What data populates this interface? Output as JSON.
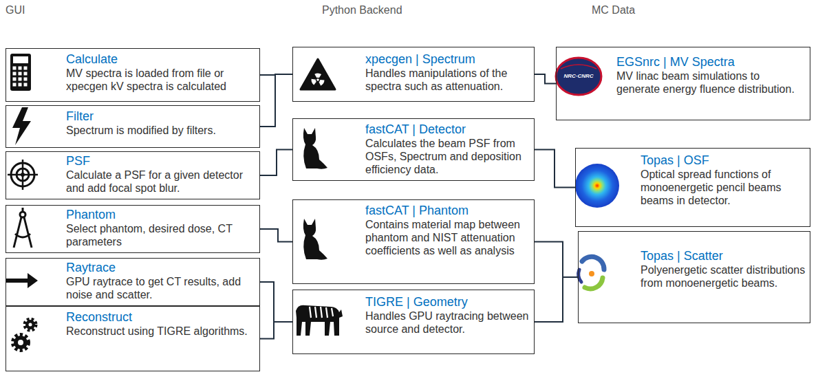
{
  "diagram": {
    "nodes": [
      {
        "text": [
          "Calculate",
          "MV spectra is loaded from file or xpecgen kV spectra is calculated"
        ]
      },
      {
        "text": [
          "Filter",
          "Spectrum is modified by filters."
        ]
      },
      {
        "text": [
          "PSF",
          "Calculate a PSF for a given detector and add focal spot blur."
        ]
      },
      {
        "text": [
          "Phantom",
          "Select phantom, desired dose, CT parameters"
        ]
      },
      {
        "text": [
          "Raytrace",
          "GPU raytrace to get CT results, add noise and scatter."
        ]
      },
      {
        "text": [
          "Reconstruct",
          "Reconstruct using TIGRE algorithms."
        ]
      },
      {
        "text": [
          "xpecgen | Spectrum",
          "Handles manipulations of the spectra such as attenuation."
        ]
      },
      {
        "text": [
          "fastCAT | Detector",
          "Calculates the beam PSF from OSFs, Spectrum and deposition efficiency data."
        ]
      },
      {
        "text": [
          "fastCAT | Phantom",
          "Contains material map between phantom and NIST attenuation coefficients as well as analysis"
        ]
      },
      {
        "text": [
          "TIGRE | Geometry",
          "Handles GPU raytracing between source and detector."
        ]
      },
      {
        "text": [
          "EGSnrc | MV Spectra",
          "MV linac beam simulations to generate energy fluence distribution."
        ]
      },
      {
        "text": [
          "Topas | OSF",
          "Optical spread functions of monoenergetic pencil beams beams in detector."
        ]
      },
      {
        "text": [
          "Topas | Scatter",
          "Polyenergetic scatter distributions from monoenergetic beams."
        ]
      }
    ],
    "edges": [
      {
        "from": 0,
        "to": 6,
        "arrow": "none"
      },
      {
        "from": 1,
        "to": 6,
        "arrow": "none"
      },
      {
        "from": 2,
        "to": 7,
        "arrow": "none"
      },
      {
        "from": 3,
        "to": 8,
        "arrow": "none"
      },
      {
        "from": 4,
        "to": 9,
        "arrow": "none"
      },
      {
        "from": 5,
        "to": 9,
        "arrow": "none"
      },
      {
        "from": 6,
        "to": 10,
        "arrow": "none"
      },
      {
        "from": 7,
        "to": 11,
        "arrow": "none"
      },
      {
        "from": 8,
        "to": 12,
        "arrow": "none"
      },
      {
        "from": 9,
        "to": 12,
        "arrow": "none"
      }
    ],
    "labels": [
      "GUI",
      "Python Backend",
      "MC Data",
      "NRC·CNRC"
    ]
  }
}
